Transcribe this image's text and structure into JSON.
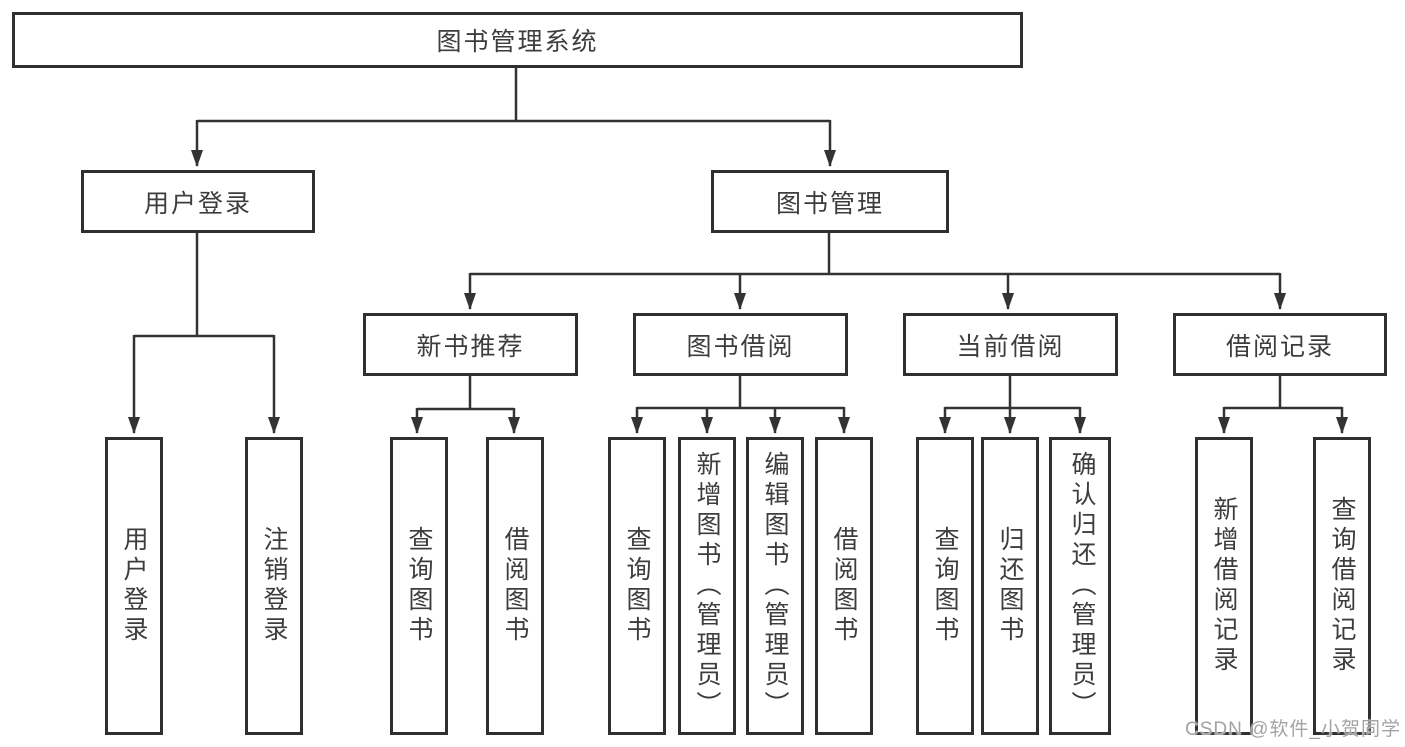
{
  "diagram": {
    "root": {
      "label": "图书管理系统"
    },
    "branches": [
      {
        "label": "用户登录",
        "children": [
          {
            "label": "用户登录"
          },
          {
            "label": "注销登录"
          }
        ]
      },
      {
        "label": "图书管理",
        "children": [
          {
            "label": "新书推荐",
            "children": [
              {
                "label": "查询图书"
              },
              {
                "label": "借阅图书"
              }
            ]
          },
          {
            "label": "图书借阅",
            "children": [
              {
                "label": "查询图书"
              },
              {
                "label": "新增图书（管理员）"
              },
              {
                "label": "编辑图书（管理员）"
              },
              {
                "label": "借阅图书"
              }
            ]
          },
          {
            "label": "当前借阅",
            "children": [
              {
                "label": "查询图书"
              },
              {
                "label": "归还图书"
              },
              {
                "label": "确认归还（管理员）"
              }
            ]
          },
          {
            "label": "借阅记录",
            "children": [
              {
                "label": "新增借阅记录"
              },
              {
                "label": "查询借阅记录"
              }
            ]
          }
        ]
      }
    ]
  },
  "watermark": {
    "text": "CSDN @软件_小贺同学"
  },
  "colors": {
    "line": "#333333",
    "box_border": "#2f2f2f",
    "text": "#3d3d3d",
    "watermark": "#a3a3a3",
    "background": "#ffffff"
  }
}
